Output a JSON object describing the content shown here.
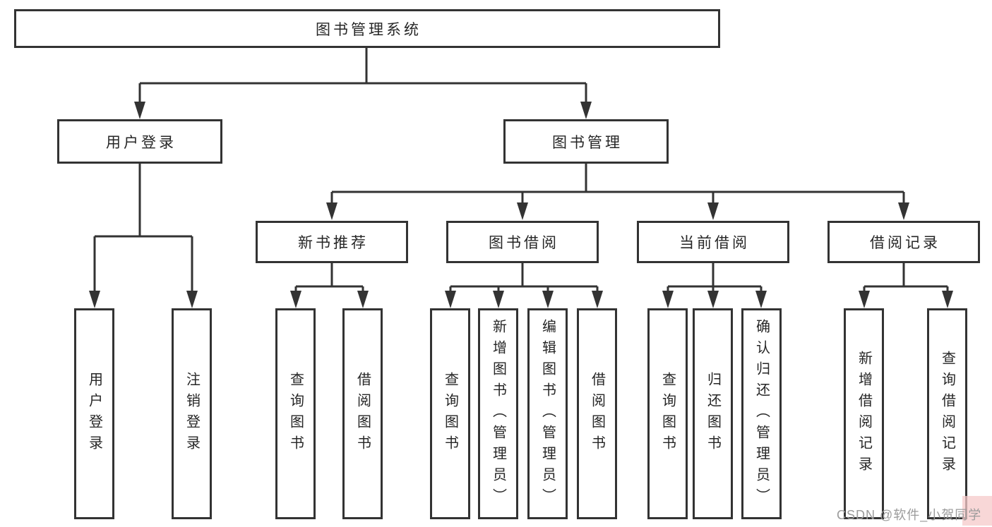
{
  "diagram": {
    "root": {
      "label": "图书管理系统"
    },
    "level2": [
      {
        "label": "用户登录"
      },
      {
        "label": "图书管理"
      }
    ],
    "level3": [
      {
        "label": "新书推荐"
      },
      {
        "label": "图书借阅"
      },
      {
        "label": "当前借阅"
      },
      {
        "label": "借阅记录"
      }
    ],
    "leaves": [
      {
        "label": "用户登录"
      },
      {
        "label": "注销登录"
      },
      {
        "label": "查询图书"
      },
      {
        "label": "借阅图书"
      },
      {
        "label": "查询图书"
      },
      {
        "label": "新增图书（管理员）"
      },
      {
        "label": "编辑图书（管理员）"
      },
      {
        "label": "借阅图书"
      },
      {
        "label": "查询图书"
      },
      {
        "label": "归还图书"
      },
      {
        "label": "确认归还（管理员）"
      },
      {
        "label": "新增借阅记录"
      },
      {
        "label": "查询借阅记录"
      }
    ],
    "colors": {
      "line": "#333333",
      "box_border": "#333333",
      "box_fill": "#ffffff",
      "text": "#262626",
      "watermark_text": "#9b9b9b",
      "watermark_highlight": "#f5c9c9"
    }
  },
  "watermark": {
    "text": "CSDN @软件_小贺同学"
  }
}
